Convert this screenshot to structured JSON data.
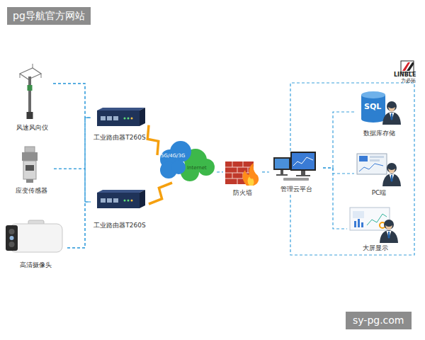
{
  "diagram": {
    "nodes": [
      {
        "text": [
          "风速风向仪"
        ]
      },
      {
        "text": [
          "应变传感器"
        ]
      },
      {
        "text": [
          "高清摄像头"
        ]
      },
      {
        "text": [
          "工业路由器T260S"
        ]
      },
      {
        "text": [
          "工业路由器T260S"
        ]
      },
      {
        "text": [
          "5G/4G/3G",
          "Internet"
        ]
      },
      {
        "text": [
          "防火墙"
        ]
      },
      {
        "text": [
          "管理云平台"
        ]
      },
      {
        "text": [
          "SQL",
          "数据库存储"
        ]
      },
      {
        "text": [
          "PC端"
        ]
      },
      {
        "text": [
          "大屏显示"
        ]
      }
    ],
    "edges": [
      {
        "from": 0,
        "to": 3,
        "arrow": "none"
      },
      {
        "from": 0,
        "to": 4,
        "arrow": "none"
      },
      {
        "from": 1,
        "to": 3,
        "arrow": "none"
      },
      {
        "from": 1,
        "to": 4,
        "arrow": "none"
      },
      {
        "from": 2,
        "to": 3,
        "arrow": "none"
      },
      {
        "from": 2,
        "to": 4,
        "arrow": "none"
      },
      {
        "from": 3,
        "to": 5,
        "arrow": "none"
      },
      {
        "from": 4,
        "to": 5,
        "arrow": "none"
      },
      {
        "from": 5,
        "to": 6,
        "arrow": "none"
      },
      {
        "from": 6,
        "to": 7,
        "arrow": "none"
      },
      {
        "from": 7,
        "to": 8,
        "arrow": "none"
      },
      {
        "from": 7,
        "to": 9,
        "arrow": "none"
      },
      {
        "from": 7,
        "to": 10,
        "arrow": "none"
      }
    ],
    "labels": [
      "pg导航官方网站",
      "sy-pg.com",
      "LINBLE",
      "力必拓"
    ]
  }
}
